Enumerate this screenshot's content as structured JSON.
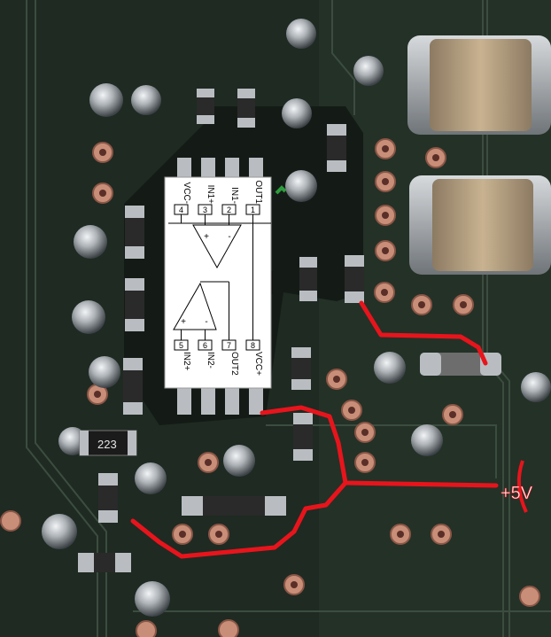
{
  "ic": {
    "pins_top": [
      {
        "num": "4",
        "name": "VCC-"
      },
      {
        "num": "3",
        "name": "IN1+"
      },
      {
        "num": "2",
        "name": "IN1-"
      },
      {
        "num": "1",
        "name": "OUT1"
      }
    ],
    "pins_bottom": [
      {
        "num": "5",
        "name": "IN2+"
      },
      {
        "num": "6",
        "name": "IN2-"
      },
      {
        "num": "7",
        "name": "OUT2"
      },
      {
        "num": "8",
        "name": "VCC+"
      }
    ],
    "opamp_plus": "+",
    "opamp_minus": "-"
  },
  "silkscreen": {
    "ref": "223"
  },
  "annotation": {
    "label": "+5V",
    "color": "#e8141c"
  },
  "colors": {
    "board": "#1f2a22",
    "trace": "#e8141c",
    "pad": "#c9a28c",
    "solder": "#b8bcc0"
  }
}
